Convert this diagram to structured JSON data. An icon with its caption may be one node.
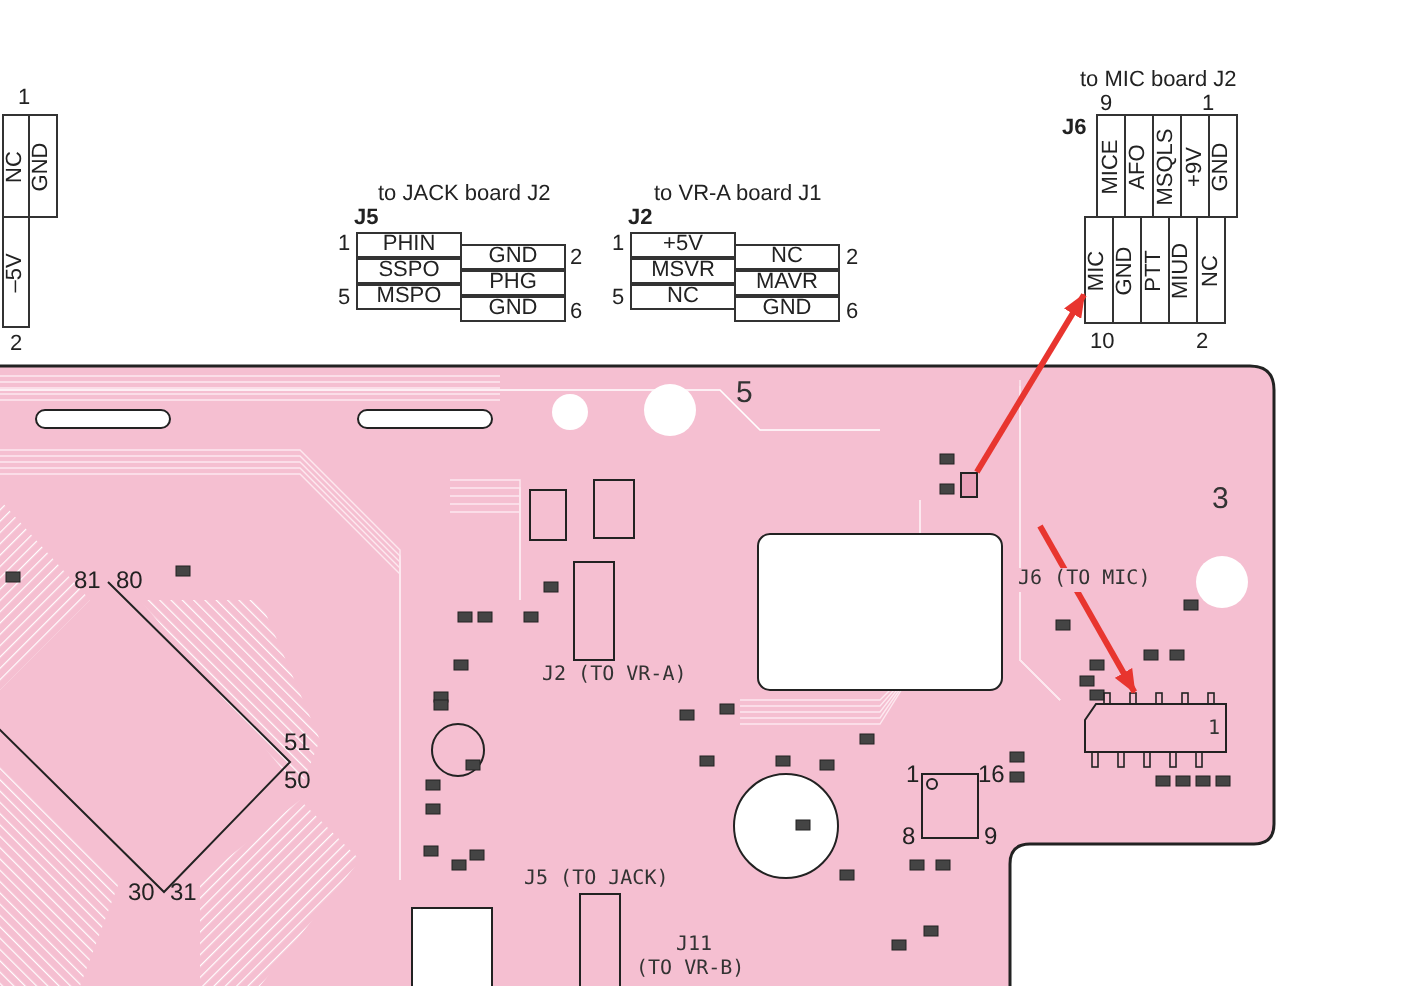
{
  "diagram": {
    "nodes": [
      {
        "text": [
          "NC"
        ]
      },
      {
        "text": [
          "GND"
        ]
      },
      {
        "text": [
          "–5V"
        ]
      },
      {
        "text": [
          "PHIN"
        ]
      },
      {
        "text": [
          "GND"
        ]
      },
      {
        "text": [
          "SSPO"
        ]
      },
      {
        "text": [
          "PHG"
        ]
      },
      {
        "text": [
          "MSPO"
        ]
      },
      {
        "text": [
          "GND"
        ]
      },
      {
        "text": [
          "+5V"
        ]
      },
      {
        "text": [
          "NC"
        ]
      },
      {
        "text": [
          "MSVR"
        ]
      },
      {
        "text": [
          "MAVR"
        ]
      },
      {
        "text": [
          "NC"
        ]
      },
      {
        "text": [
          "GND"
        ]
      },
      {
        "text": [
          "MICE"
        ]
      },
      {
        "text": [
          "AFO"
        ]
      },
      {
        "text": [
          "MSQLS"
        ]
      },
      {
        "text": [
          "+9V"
        ]
      },
      {
        "text": [
          "GND"
        ]
      },
      {
        "text": [
          "MIC"
        ]
      },
      {
        "text": [
          "GND"
        ]
      },
      {
        "text": [
          "PTT"
        ]
      },
      {
        "text": [
          "MIUD"
        ]
      },
      {
        "text": [
          "NC"
        ]
      },
      {
        "text": [],
        "shape": "box"
      },
      {
        "text": [],
        "shape": "box"
      }
    ],
    "edges": [
      {
        "from": 25,
        "to": 20,
        "arrow": "to"
      },
      {
        "from": null,
        "to": 26,
        "arrow": "to"
      }
    ],
    "labels": [
      "to MIC board J2",
      "1",
      "9",
      "1",
      "J6",
      "to JACK board J2",
      "to VR-A board J1",
      "J5",
      "J2",
      "1",
      "1",
      "2",
      "2",
      "5",
      "5",
      "6",
      "6",
      "2",
      "10",
      "2",
      "5",
      "3",
      "81",
      "80",
      "J6 (TO MIC)",
      "J2 (TO VR-A)",
      "1",
      "51",
      "50",
      "1",
      "16",
      "8",
      "9",
      "30",
      "31",
      "J5 (TO JACK)",
      "J11",
      "(TO VR-B)"
    ]
  }
}
